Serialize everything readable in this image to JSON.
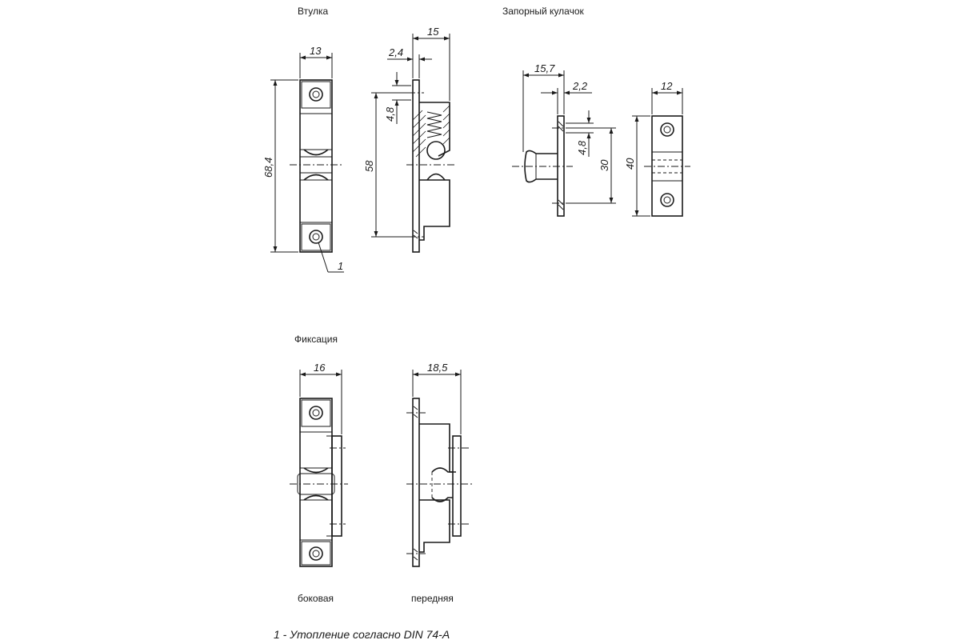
{
  "titles": {
    "bushing": "Втулка",
    "striker": "Запорный кулачок",
    "fixation": "Фиксация",
    "side": "боковая",
    "front": "передняя"
  },
  "dimensions": {
    "bushing_width": "13",
    "bushing_depth": "15",
    "bushing_plate": "2,4",
    "bushing_hole_offset": "4,8",
    "bushing_height": "68,4",
    "bushing_hole_spacing": "58",
    "striker_depth": "15,7",
    "striker_plate": "2,2",
    "striker_hole_offset": "4,8",
    "striker_hole_spacing": "30",
    "striker_width": "12",
    "striker_height": "40",
    "fixation_width": "16",
    "fixation_depth": "18,5"
  },
  "callout": "1",
  "footnote": "1 - Утопление согласно DIN 74-A"
}
